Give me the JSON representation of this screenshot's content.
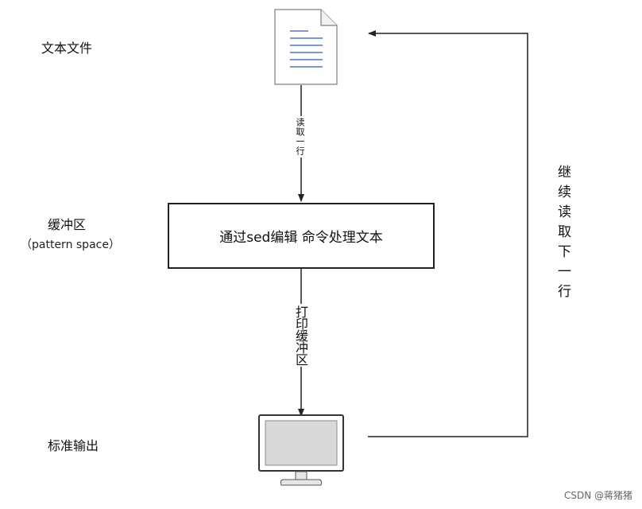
{
  "labels": {
    "text_file": "文本文件",
    "buffer": "缓冲区",
    "buffer_sub": "（pattern space）",
    "stdout": "标准输出"
  },
  "process_box": {
    "text": "通过sed编辑 命令处理文本"
  },
  "edges": {
    "read_line": "读取一行",
    "print_buffer": "打印缓冲区",
    "continue_next": "继续读取下一行"
  },
  "watermark": "CSDN @蒋猪猪",
  "icons": {
    "document": "document-icon",
    "monitor": "monitor-icon"
  },
  "colors": {
    "line": "#222222",
    "doc_lines": "#4a78c2",
    "doc_outline": "#7f7f7f",
    "monitor_screen": "#d9d9d9",
    "monitor_frame": "#333333"
  }
}
